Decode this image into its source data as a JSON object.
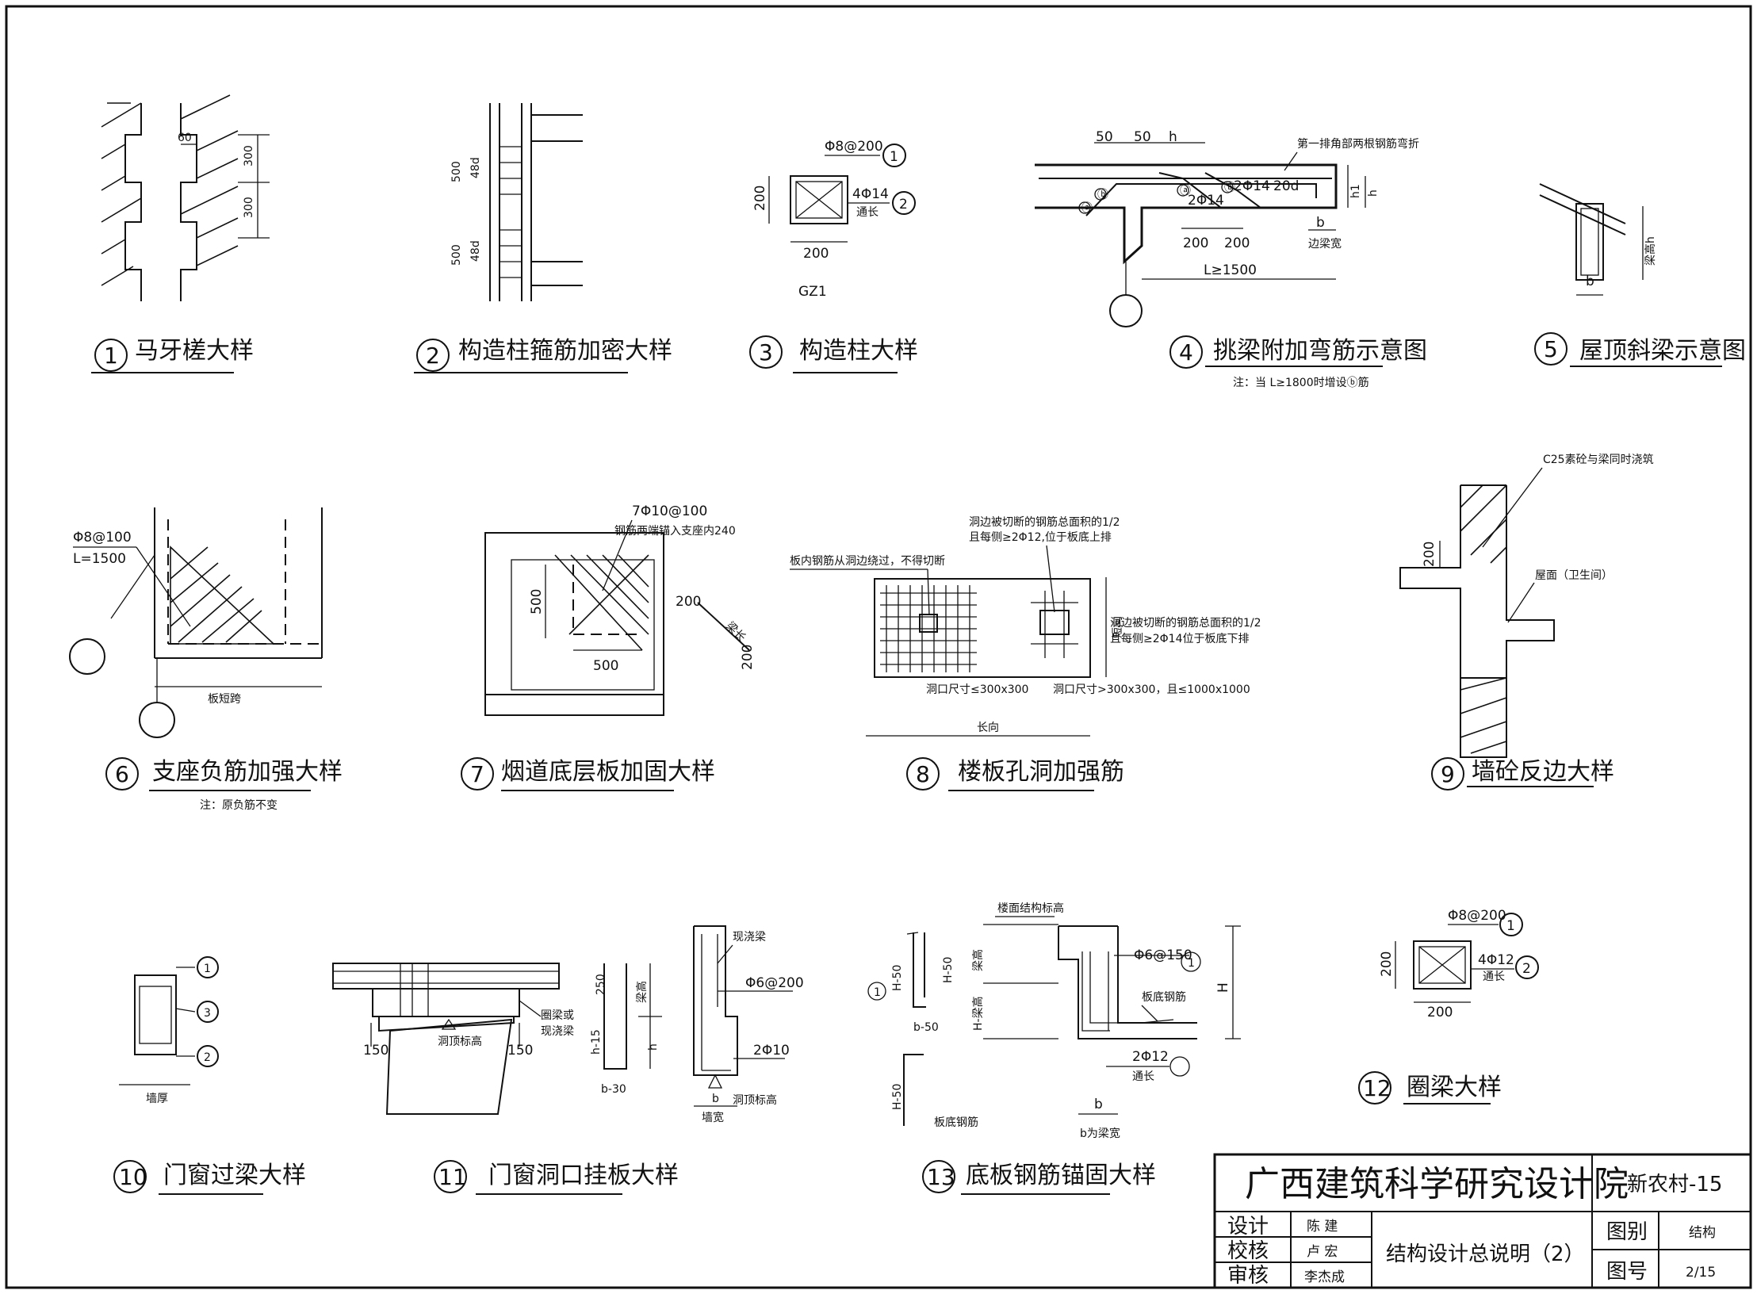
{
  "details": [
    {
      "num": "1",
      "title": "马牙槎大样",
      "labels": {
        "a": "60",
        "b": "300",
        "c": "300"
      }
    },
    {
      "num": "2",
      "title": "构造柱箍筋加密大样",
      "labels": {
        "a": "500",
        "b": "48d",
        "c": "500",
        "d": "48d"
      }
    },
    {
      "num": "3",
      "title": "构造柱大样",
      "labels": {
        "a": "Φ8@200",
        "b": "4Φ14",
        "c": "通长",
        "d": "200",
        "e": "200",
        "f": "GZ1",
        "m1": "1",
        "m2": "2"
      }
    },
    {
      "num": "4",
      "title": "挑梁附加弯筋示意图",
      "note": "注：当 L≥1800时增设ⓑ筋",
      "labels": {
        "a": "50",
        "b": "50",
        "c": "h",
        "d": "第一排角部两根钢筋弯折",
        "e": "2Φ14",
        "f": "2Φ14",
        "g": "20d",
        "h": "h1",
        "i": "h",
        "j": "200",
        "k": "200",
        "l": "b",
        "m": "边梁宽",
        "n": "L≥1500",
        "o": "ⓐ",
        "p": "ⓑ",
        "q": "ⓐ",
        "r": "ⓑ"
      }
    },
    {
      "num": "5",
      "title": "屋顶斜梁示意图",
      "labels": {
        "a": "梁高h",
        "b": "b"
      }
    },
    {
      "num": "6",
      "title": "支座负筋加强大样",
      "note": "注：原负筋不变",
      "labels": {
        "a": "Φ8@100",
        "b": "L=1500",
        "c": "板短跨"
      }
    },
    {
      "num": "7",
      "title": "烟道底层板加固大样",
      "labels": {
        "a": "7Φ10@100",
        "b": "钢筋两端锚入支座内240",
        "c": "500",
        "d": "500",
        "e": "200",
        "f": "200",
        "g": "梁长"
      }
    },
    {
      "num": "8",
      "title": "楼板孔洞加强筋",
      "labels": {
        "a": "洞边被切断的钢筋总面积的1/2",
        "b": "且每侧≥2Φ12,位于板底上排",
        "c": "板内钢筋从洞边绕过，不得切断",
        "d": "洞边被切断的钢筋总面积的1/2",
        "e": "且每侧≥2Φ14位于板底下排",
        "f": "洞口尺寸≤300x300",
        "g": "洞口尺寸>300x300，且≤1000x1000",
        "h": "长向",
        "i": "短向"
      }
    },
    {
      "num": "9",
      "title": "墙砼反边大样",
      "labels": {
        "a": "C25素砼与梁同时浇筑",
        "b": "200",
        "c": "屋面（卫生间）"
      }
    },
    {
      "num": "10",
      "title": "门窗过梁大样",
      "labels": {
        "a": "1",
        "b": "3",
        "c": "2",
        "d": "墙厚"
      }
    },
    {
      "num": "11",
      "title": "门窗洞口挂板大样",
      "labels": {
        "a": "150",
        "b": "150",
        "c": "洞顶标高",
        "d": "圈梁或",
        "e": "现浇梁",
        "f": "250",
        "g": "梁高",
        "h": "h-15",
        "i": "h",
        "j": "b-30",
        "k": "现浇梁",
        "l": "Φ6@200",
        "m": "2Φ10",
        "n": "b",
        "o": "墙宽",
        "p": "洞顶标高"
      }
    },
    {
      "num": "13",
      "title": "底板钢筋锚固大样",
      "labels": {
        "a": "H-50",
        "b": "H-50",
        "c": "b-50",
        "d": "H-50",
        "e": "楼面结构标高",
        "f": "梁高",
        "g": "H-梁高",
        "h": "Φ6@150",
        "i": "板底钢筋",
        "j": "2Φ12",
        "k": "通长",
        "l": "b",
        "m": "b为梁宽",
        "n": "H",
        "o": "板底钢筋",
        "p": "1",
        "q": "1"
      }
    },
    {
      "num": "12",
      "title": "圈梁大样",
      "labels": {
        "a": "Φ8@200",
        "b": "4Φ12",
        "c": "通长",
        "d": "200",
        "e": "200",
        "m1": "1",
        "m2": "2"
      }
    }
  ],
  "title_block": {
    "institute": "广西建筑科学研究设计院",
    "project": "新农村-15",
    "drawing_title": "结构设计总说明（2）",
    "rows": [
      {
        "role": "设计",
        "name": "陈 建"
      },
      {
        "role": "校核",
        "name": "卢 宏"
      },
      {
        "role": "审核",
        "name": "李杰成"
      }
    ],
    "category_label": "图别",
    "category_value": "结构",
    "sheet_label": "图号",
    "sheet_value": "2/15"
  }
}
